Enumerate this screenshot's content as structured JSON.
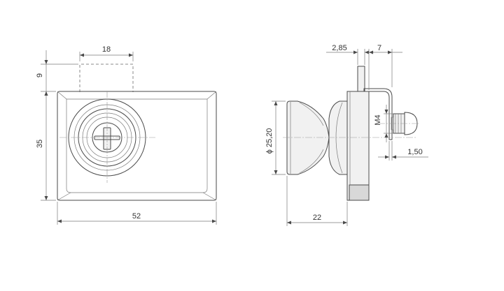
{
  "dimensions": {
    "front_top_width": "18",
    "front_top_height": "9",
    "front_height": "35",
    "front_width": "52",
    "side_offset_a": "2,85",
    "side_offset_b": "7",
    "side_thread": "M4",
    "side_gap": "1,50",
    "side_diameter": "ϕ 25,20",
    "side_depth": "22"
  },
  "colors": {
    "line": "#4a4a4a",
    "text": "#333333",
    "background": "#ffffff"
  }
}
